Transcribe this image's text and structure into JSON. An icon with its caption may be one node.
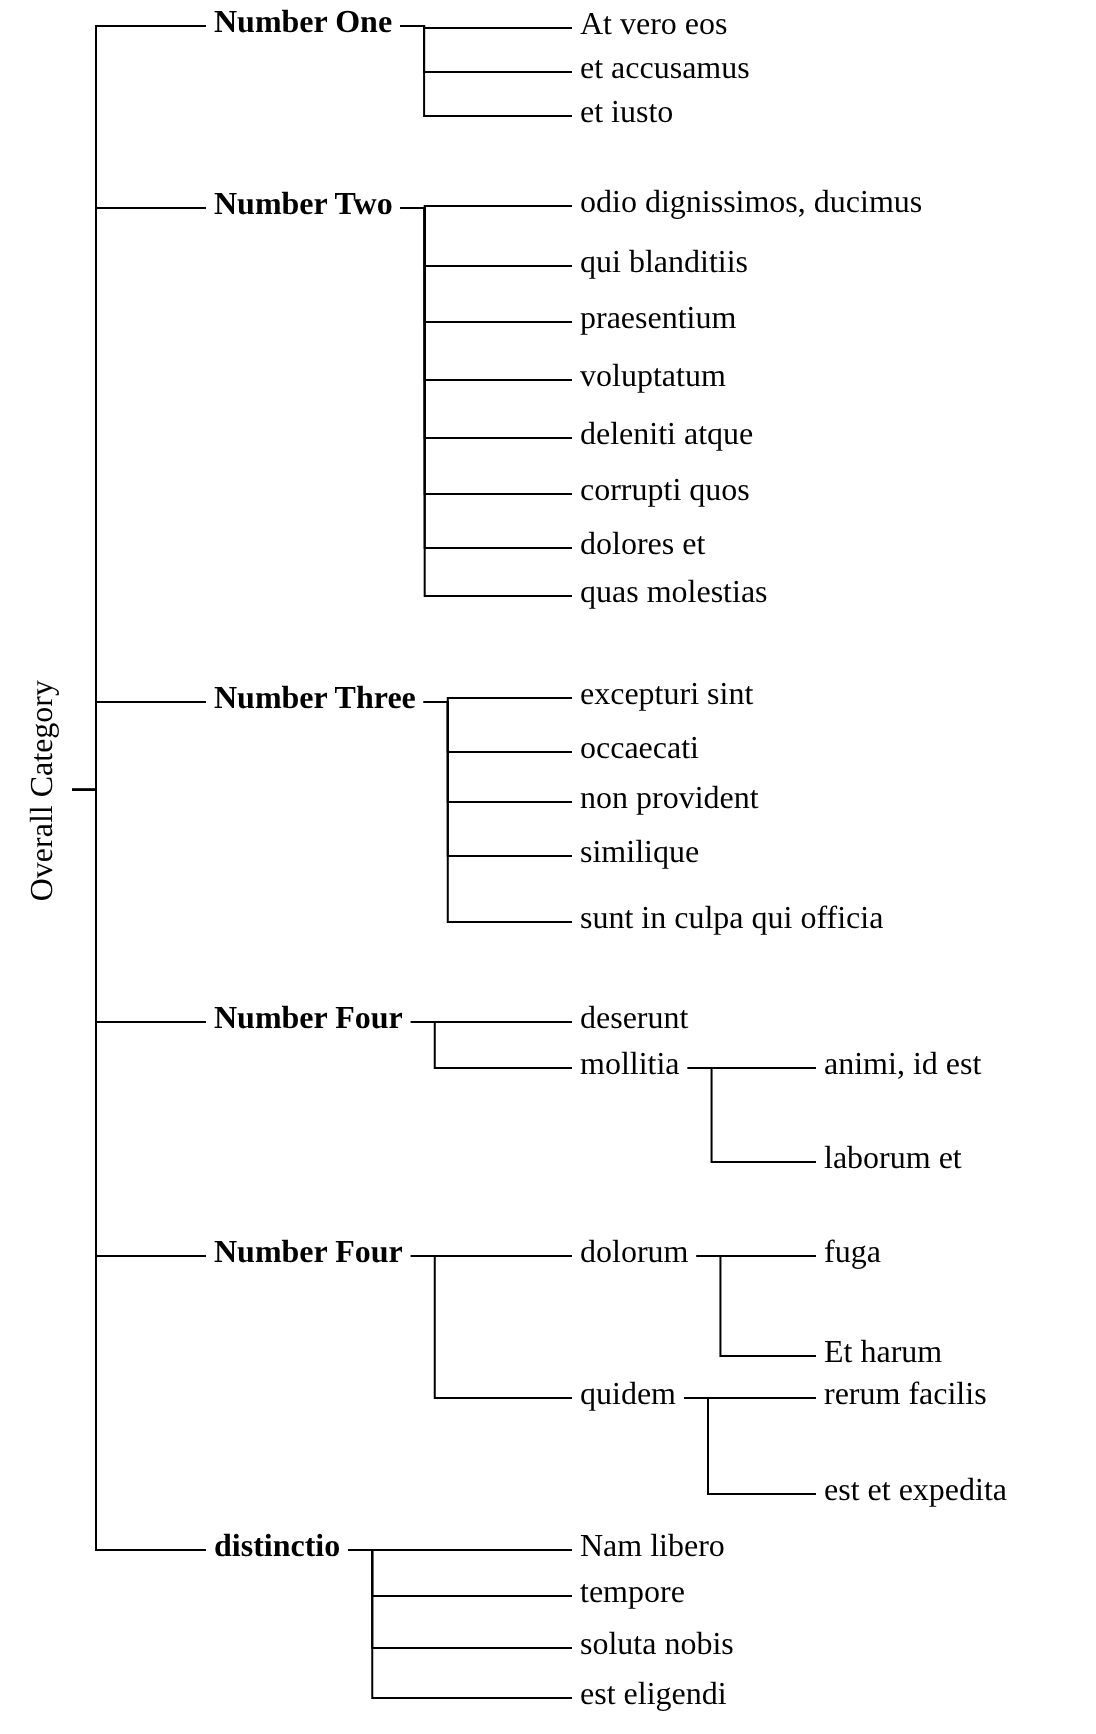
{
  "diagram": {
    "nodes": [
      {
        "text": [
          "Overall Category"
        ]
      },
      {
        "text": [
          "Number One"
        ]
      },
      {
        "text": [
          "At vero eos"
        ]
      },
      {
        "text": [
          "et accusamus"
        ]
      },
      {
        "text": [
          "et iusto"
        ]
      },
      {
        "text": [
          "Number Two"
        ]
      },
      {
        "text": [
          "odio dignissimos, ducimus"
        ]
      },
      {
        "text": [
          "qui blanditiis"
        ]
      },
      {
        "text": [
          "praesentium"
        ]
      },
      {
        "text": [
          "voluptatum"
        ]
      },
      {
        "text": [
          "deleniti atque"
        ]
      },
      {
        "text": [
          "corrupti quos"
        ]
      },
      {
        "text": [
          "dolores et"
        ]
      },
      {
        "text": [
          "quas molestias"
        ]
      },
      {
        "text": [
          "Number Three"
        ]
      },
      {
        "text": [
          "excepturi sint"
        ]
      },
      {
        "text": [
          "occaecati"
        ]
      },
      {
        "text": [
          "non provident"
        ]
      },
      {
        "text": [
          "similique"
        ]
      },
      {
        "text": [
          "sunt in culpa qui officia"
        ]
      },
      {
        "text": [
          "Number Four"
        ]
      },
      {
        "text": [
          "deserunt"
        ]
      },
      {
        "text": [
          "mollitia"
        ]
      },
      {
        "text": [
          "animi, id est"
        ]
      },
      {
        "text": [
          "laborum et"
        ]
      },
      {
        "text": [
          "Number Four"
        ]
      },
      {
        "text": [
          "dolorum"
        ]
      },
      {
        "text": [
          "fuga"
        ]
      },
      {
        "text": [
          "Et harum"
        ]
      },
      {
        "text": [
          "quidem"
        ]
      },
      {
        "text": [
          "rerum facilis"
        ]
      },
      {
        "text": [
          "est et expedita"
        ]
      },
      {
        "text": [
          "distinctio"
        ]
      },
      {
        "text": [
          "Nam libero"
        ]
      },
      {
        "text": [
          "tempore"
        ]
      },
      {
        "text": [
          "soluta nobis"
        ]
      },
      {
        "text": [
          "est eligendi"
        ]
      }
    ],
    "edges": [
      {
        "from": 0,
        "to": 1,
        "arrow": "none"
      },
      {
        "from": 1,
        "to": 2,
        "arrow": "none"
      },
      {
        "from": 1,
        "to": 3,
        "arrow": "none"
      },
      {
        "from": 1,
        "to": 4,
        "arrow": "none"
      },
      {
        "from": 0,
        "to": 5,
        "arrow": "none"
      },
      {
        "from": 5,
        "to": 6,
        "arrow": "none"
      },
      {
        "from": 5,
        "to": 7,
        "arrow": "none"
      },
      {
        "from": 5,
        "to": 8,
        "arrow": "none"
      },
      {
        "from": 5,
        "to": 9,
        "arrow": "none"
      },
      {
        "from": 5,
        "to": 10,
        "arrow": "none"
      },
      {
        "from": 5,
        "to": 11,
        "arrow": "none"
      },
      {
        "from": 5,
        "to": 12,
        "arrow": "none"
      },
      {
        "from": 5,
        "to": 13,
        "arrow": "none"
      },
      {
        "from": 0,
        "to": 14,
        "arrow": "none"
      },
      {
        "from": 14,
        "to": 15,
        "arrow": "none"
      },
      {
        "from": 14,
        "to": 16,
        "arrow": "none"
      },
      {
        "from": 14,
        "to": 17,
        "arrow": "none"
      },
      {
        "from": 14,
        "to": 18,
        "arrow": "none"
      },
      {
        "from": 14,
        "to": 19,
        "arrow": "none"
      },
      {
        "from": 0,
        "to": 20,
        "arrow": "none"
      },
      {
        "from": 20,
        "to": 21,
        "arrow": "none"
      },
      {
        "from": 20,
        "to": 22,
        "arrow": "none"
      },
      {
        "from": 22,
        "to": 23,
        "arrow": "none"
      },
      {
        "from": 22,
        "to": 24,
        "arrow": "none"
      },
      {
        "from": 0,
        "to": 25,
        "arrow": "none"
      },
      {
        "from": 25,
        "to": 26,
        "arrow": "none"
      },
      {
        "from": 26,
        "to": 27,
        "arrow": "none"
      },
      {
        "from": 26,
        "to": 28,
        "arrow": "none"
      },
      {
        "from": 25,
        "to": 29,
        "arrow": "none"
      },
      {
        "from": 29,
        "to": 30,
        "arrow": "none"
      },
      {
        "from": 29,
        "to": 31,
        "arrow": "none"
      },
      {
        "from": 0,
        "to": 32,
        "arrow": "none"
      },
      {
        "from": 32,
        "to": 33,
        "arrow": "none"
      },
      {
        "from": 32,
        "to": 34,
        "arrow": "none"
      },
      {
        "from": 32,
        "to": 35,
        "arrow": "none"
      },
      {
        "from": 32,
        "to": 36,
        "arrow": "none"
      }
    ]
  }
}
